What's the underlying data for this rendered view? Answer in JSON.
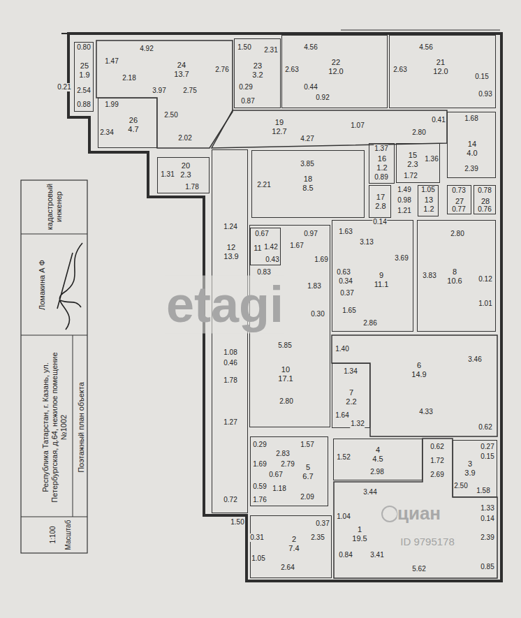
{
  "diagram": {
    "nodes": [
      {
        "text": [
          "25",
          "1.9"
        ]
      },
      {
        "text": [
          "24",
          "13.7"
        ]
      },
      {
        "text": [
          "26",
          "4.7"
        ]
      },
      {
        "text": [
          "23",
          "3.2"
        ]
      },
      {
        "text": [
          "22",
          "12.0"
        ]
      },
      {
        "text": [
          "21",
          "12.0"
        ]
      },
      {
        "text": [
          "19",
          "12.7"
        ]
      },
      {
        "text": [
          "14",
          "4.0"
        ]
      },
      {
        "text": [
          "16",
          "1.2"
        ]
      },
      {
        "text": [
          "15",
          "2.3"
        ]
      },
      {
        "text": [
          "20",
          "2.3"
        ]
      },
      {
        "text": [
          "18",
          "8.5"
        ]
      },
      {
        "text": [
          "17",
          "2.8"
        ]
      },
      {
        "text": [
          "13",
          "1.2"
        ]
      },
      {
        "text": [
          "27"
        ]
      },
      {
        "text": [
          "28"
        ]
      },
      {
        "text": [
          "12",
          "13.9"
        ]
      },
      {
        "text": [
          "11"
        ]
      },
      {
        "text": [
          "10",
          "17.1"
        ]
      },
      {
        "text": [
          "9",
          "11.1"
        ]
      },
      {
        "text": [
          "8",
          "10.6"
        ]
      },
      {
        "text": [
          "7",
          "2.2"
        ]
      },
      {
        "text": [
          "6",
          "14.9"
        ]
      },
      {
        "text": [
          "5",
          "6.7"
        ]
      },
      {
        "text": [
          "4",
          "4.5"
        ]
      },
      {
        "text": [
          "3",
          "3.9"
        ]
      },
      {
        "text": [
          "2",
          "7.4"
        ]
      },
      {
        "text": [
          "1",
          "19.5"
        ]
      }
    ],
    "labels": [
      "0.80",
      "2.54",
      "0.21",
      "0.88",
      "4.92",
      "1.47",
      "2.18",
      "3.97",
      "2.75",
      "2.76",
      "2.50",
      "2.02",
      "1.99",
      "2.34",
      "1.50",
      "2.31",
      "0.29",
      "0.87",
      "4.56",
      "2.63",
      "0.44",
      "0.92",
      "4.56",
      "2.63",
      "0.15",
      "0.93",
      "4.27",
      "1.07",
      "2.80",
      "0.41",
      "1.68",
      "2.39",
      "1.37",
      "0.89",
      "1.72",
      "1.36",
      "1.31",
      "1.78",
      "3.85",
      "2.21",
      "1.49",
      "0.98",
      "1.21",
      "0.14",
      "1.05",
      "0.73",
      "0.77",
      "0.78",
      "0.76",
      "1.24",
      "1.08",
      "0.46",
      "1.78",
      "1.27",
      "0.72",
      "0.67",
      "1.42",
      "0.43",
      "0.83",
      "0.97",
      "1.67",
      "1.69",
      "1.83",
      "0.30",
      "5.85",
      "2.80",
      "1.63",
      "3.13",
      "3.69",
      "0.63",
      "0.34",
      "0.37",
      "1.65",
      "2.86",
      "2.80",
      "3.83",
      "0.12",
      "1.01",
      "1.40",
      "1.34",
      "1.64",
      "1.32",
      "4.33",
      "3.46",
      "0.62",
      "1.57",
      "0.29",
      "2.83",
      "1.69",
      "2.79",
      "0.67",
      "0.59",
      "1.18",
      "2.09",
      "1.76",
      "2.98",
      "1.52",
      "0.62",
      "1.72",
      "2.69",
      "0.27",
      "0.15",
      "2.50",
      "1.58",
      "1.50",
      "0.31",
      "2.35",
      "0.37",
      "1.05",
      "2.64",
      "3.44",
      "0.84",
      "1.04",
      "3.41",
      "5.62",
      "2.39",
      "1.33",
      "0.14",
      "0.85",
      "etagi",
      "циан",
      "ID 9795178",
      "Поэтажный план объекта",
      "Республика Татарстан, г. Казань, ул. Петербургская, д.64, нежилое помещение №1002",
      "кадастровый инженер",
      "Ломакина А Ф",
      "Масштаб",
      "1:100"
    ]
  }
}
